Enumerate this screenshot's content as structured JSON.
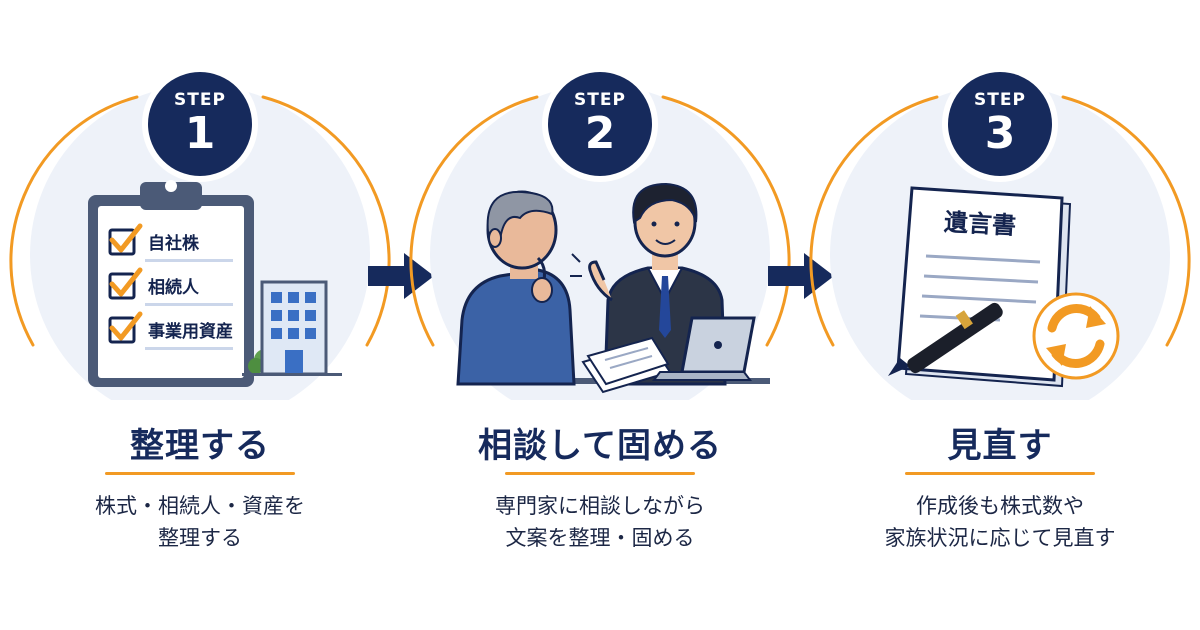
{
  "colors": {
    "navy": "#162a5c",
    "orange": "#f29a23",
    "circle_fill": "#eef2f9"
  },
  "steps": [
    {
      "badge_label": "STEP",
      "badge_number": "1",
      "title": "整理する",
      "description_lines": [
        "株式・相続人・資産を",
        "整理する"
      ],
      "checklist": [
        "自社株",
        "相続人",
        "事業用資産"
      ]
    },
    {
      "badge_label": "STEP",
      "badge_number": "2",
      "title": "相談して固める",
      "description_lines": [
        "専門家に相談しながら",
        "文案を整理・固める"
      ]
    },
    {
      "badge_label": "STEP",
      "badge_number": "3",
      "title": "見直す",
      "description_lines": [
        "作成後も株式数や",
        "家族状況に応じて見直す"
      ],
      "document_title": "遺言書"
    }
  ],
  "icons": [
    "clipboard-icon",
    "building-icon",
    "consultation-icon",
    "laptop-icon",
    "document-icon",
    "pen-icon",
    "refresh-icon",
    "arrow-right-icon"
  ]
}
